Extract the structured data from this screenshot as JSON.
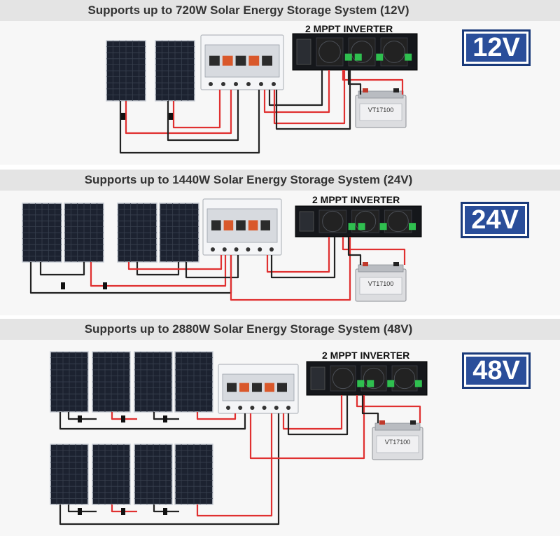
{
  "sections": [
    {
      "title": "Supports up to 720W Solar Energy Storage System (12V)",
      "inverter_label": "2 MPPT INVERTER",
      "voltage_badge": "12V",
      "battery_label": "VT17100"
    },
    {
      "title": "Supports up to 1440W Solar Energy Storage System (24V)",
      "inverter_label": "2 MPPT INVERTER",
      "voltage_badge": "24V",
      "battery_label": "VT17100"
    },
    {
      "title": "Supports up to 2880W Solar Energy Storage System (48V)",
      "inverter_label": "2 MPPT INVERTER",
      "voltage_badge": "48V",
      "battery_label": "VT17100"
    }
  ],
  "colors": {
    "badge_blue": "#2a4e9a",
    "wire_red": "#e03030",
    "wire_black": "#222222",
    "header_gray": "#e4e4e4",
    "panel_dark": "#1c2230"
  },
  "icons": {
    "panel": "solar-panel-icon",
    "combiner": "combiner-box-icon",
    "inverter": "inverter-icon",
    "battery": "battery-icon"
  }
}
